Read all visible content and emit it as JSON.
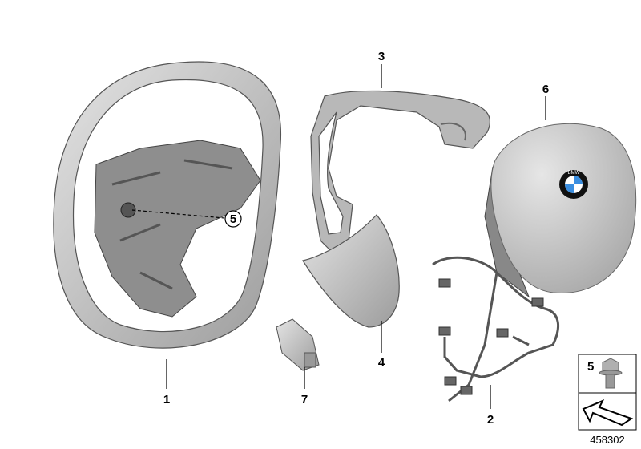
{
  "diagram": {
    "callouts": [
      {
        "id": "1",
        "label": "1"
      },
      {
        "id": "2",
        "label": "2"
      },
      {
        "id": "3",
        "label": "3"
      },
      {
        "id": "4",
        "label": "4"
      },
      {
        "id": "5",
        "label": "5"
      },
      {
        "id": "6",
        "label": "6"
      },
      {
        "id": "7",
        "label": "7"
      }
    ],
    "legend_box": {
      "label": "5"
    },
    "logo_text": "BMW",
    "diagram_number": "458302",
    "colors": {
      "part_fill": "#c8c8c8",
      "part_dark": "#8a8a8a",
      "line": "#000000",
      "bmw_blue": "#3a8ee0"
    }
  }
}
